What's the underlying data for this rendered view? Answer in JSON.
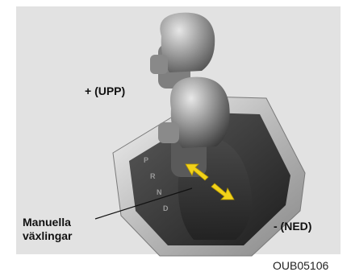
{
  "labels": {
    "upshift": "+ (UPP)",
    "manual_line1": "Manuella",
    "manual_line2": "växlingar",
    "downshift": "- (NED)"
  },
  "figure_code": "OUB05106",
  "gear_positions": [
    "P",
    "R",
    "N",
    "D"
  ],
  "colors": {
    "panel_background": "#e2e2e2",
    "arrow_accent": "#f2d21a",
    "text": "#111111"
  }
}
